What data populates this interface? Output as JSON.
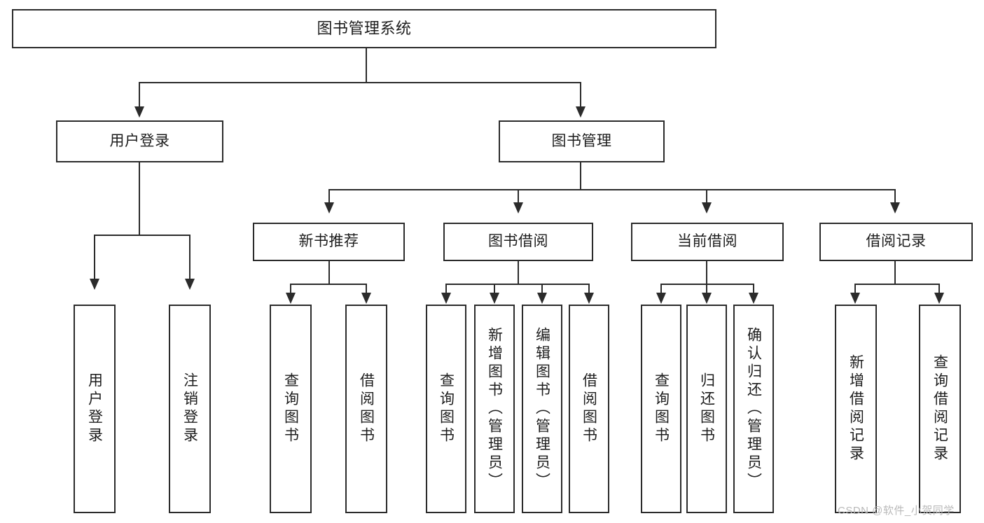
{
  "diagram": {
    "type": "tree-hierarchy",
    "title": "图书管理系统",
    "root": {
      "id": "root",
      "label": "图书管理系统"
    },
    "level2": [
      {
        "id": "user-login",
        "label": "用户登录"
      },
      {
        "id": "book-manage",
        "label": "图书管理"
      }
    ],
    "level3": [
      {
        "id": "new-book-recommend",
        "label": "新书推荐",
        "parent": "book-manage"
      },
      {
        "id": "book-borrow",
        "label": "图书借阅",
        "parent": "book-manage"
      },
      {
        "id": "current-borrow",
        "label": "当前借阅",
        "parent": "book-manage"
      },
      {
        "id": "borrow-record",
        "label": "借阅记录",
        "parent": "book-manage"
      }
    ],
    "leaves": {
      "user_login": [
        {
          "id": "leaf-user-login",
          "label": "用户登录"
        },
        {
          "id": "leaf-user-logout",
          "label": "注销登录"
        }
      ],
      "new_book_recommend": [
        {
          "id": "leaf-query-book-1",
          "label": "查询图书"
        },
        {
          "id": "leaf-borrow-book-1",
          "label": "借阅图书"
        }
      ],
      "book_borrow": [
        {
          "id": "leaf-query-book-2",
          "label": "查询图书"
        },
        {
          "id": "leaf-add-book",
          "label": "新增图书（管理员）"
        },
        {
          "id": "leaf-edit-book",
          "label": "编辑图书（管理员）"
        },
        {
          "id": "leaf-borrow-book-2",
          "label": "借阅图书"
        }
      ],
      "current_borrow": [
        {
          "id": "leaf-query-book-3",
          "label": "查询图书"
        },
        {
          "id": "leaf-return-book",
          "label": "归还图书"
        },
        {
          "id": "leaf-confirm-return",
          "label": "确认归还（管理员）"
        }
      ],
      "borrow_record": [
        {
          "id": "leaf-add-record",
          "label": "新增借阅记录"
        },
        {
          "id": "leaf-query-record",
          "label": "查询借阅记录"
        }
      ]
    }
  },
  "watermark": {
    "text": "CSDN @软件_小贺同学"
  },
  "colors": {
    "stroke": "#2b2b2b",
    "fill": "#ffffff",
    "text": "#1d1d1d",
    "watermark": "#b9b9b9"
  }
}
